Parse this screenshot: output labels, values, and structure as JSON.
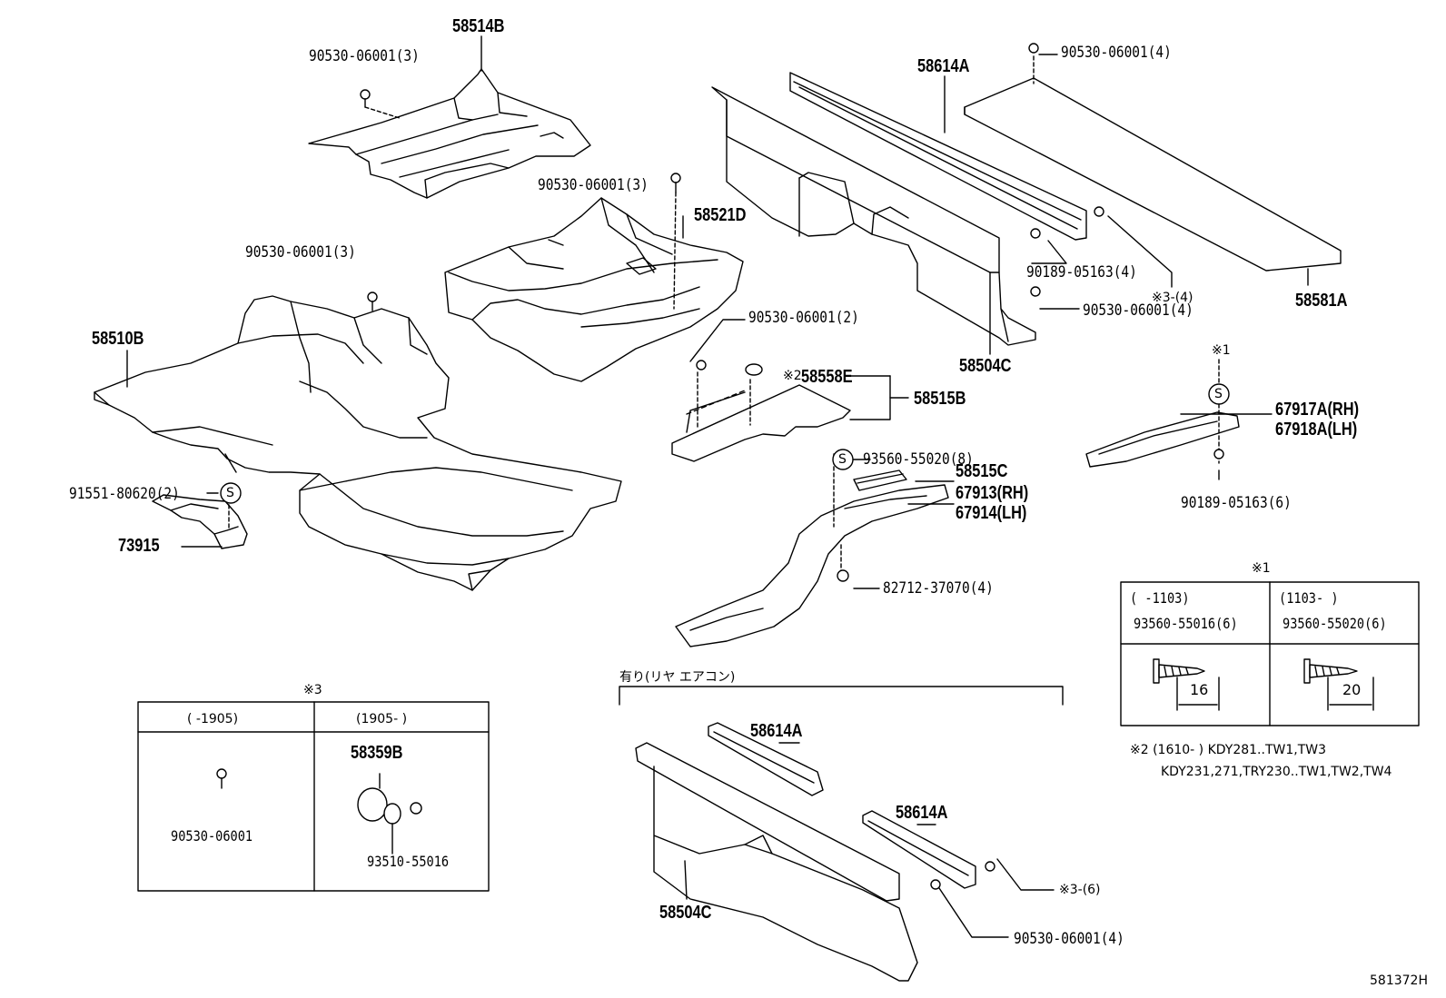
{
  "diagram": {
    "parts": {
      "p58514B": "58514B",
      "p58521D": "58521D",
      "p58510B": "58510B",
      "p73915": "73915",
      "p58614A_top": "58614A",
      "p58581A": "58581A",
      "p58504C_top": "58504C",
      "p58558E": "58558E",
      "p58515B": "58515B",
      "p58515C": "58515C",
      "p67913": "67913(RH)",
      "p67914": "67914(LH)",
      "p67917A": "67917A(RH)",
      "p67918A": "67918A(LH)",
      "p58614A_mid": "58614A",
      "p58614A_low": "58614A",
      "p58504C_low": "58504C",
      "p58359B": "58359B"
    },
    "fasteners": {
      "f1": "90530-06001(3)",
      "f2": "90530-06001(3)",
      "f3": "90530-06001(3)",
      "f4": "90530-06001(4)",
      "f5": "90189-05163(4)",
      "f6": "※3-(4)",
      "f7": "90530-06001(4)",
      "f8": "90530-06001(2)",
      "f9": "※2",
      "f10": "93560-55020(8)",
      "f11": "91551-80620(2)",
      "f12": "82712-37070(4)",
      "f13": "90189-05163(6)",
      "f14": "※3-(6)",
      "f15": "90530-06001(4)",
      "note_mark1": "※1"
    },
    "note1_table": {
      "title": "※1",
      "left_range": "(      -1103)",
      "right_range": "(1103-      )",
      "left_part": "93560-55016(6)",
      "right_part": "93560-55020(6)",
      "left_len": "16",
      "right_len": "20"
    },
    "note2": {
      "line1": "※2 (1610-      ) KDY281..TW1,TW3",
      "line2": "KDY231,271,TRY230..TW1,TW2,TW4"
    },
    "note3_table": {
      "title": "※3",
      "left_range": "(      -1905)",
      "right_range": "(1905-      )",
      "left_part": "90530-06001",
      "right_part_a": "58359B",
      "right_part_b": "93510-55016"
    },
    "bracket_caption": "有り(リヤ エアコン)",
    "diagram_id": "581372H",
    "s_mark": "S"
  }
}
